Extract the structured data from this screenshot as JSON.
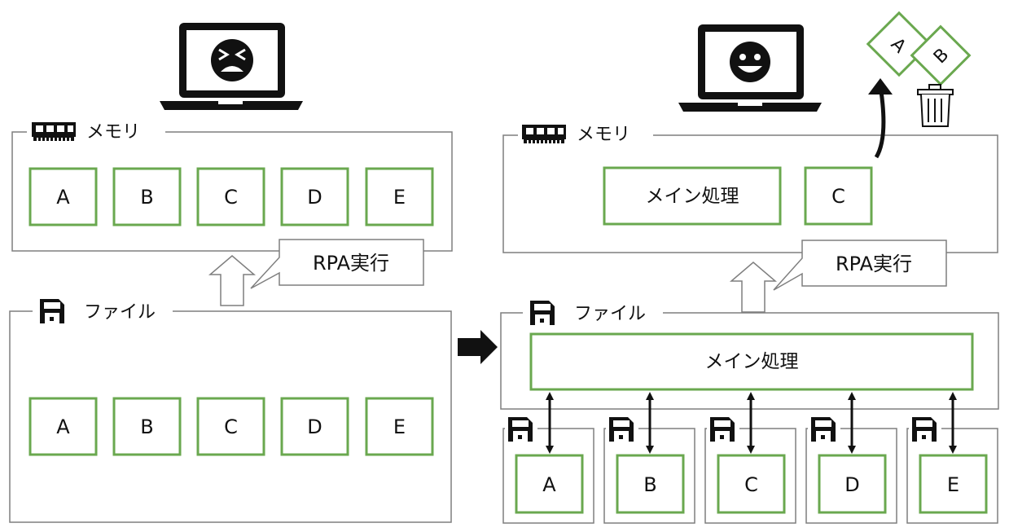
{
  "left": {
    "memory_label": "メモリ",
    "memory_boxes": [
      "A",
      "B",
      "C",
      "D",
      "E"
    ],
    "callout": "RPA実行",
    "file_label": "ファイル",
    "file_boxes": [
      "A",
      "B",
      "C",
      "D",
      "E"
    ],
    "laptop_face": "tired-face-icon"
  },
  "right": {
    "memory_label": "メモリ",
    "memory_main": "メイン処理",
    "memory_loaded": "C",
    "callout": "RPA実行",
    "file_label": "ファイル",
    "file_main": "メイン処理",
    "sub_files": [
      "A",
      "B",
      "C",
      "D",
      "E"
    ],
    "discarded": [
      "A",
      "B"
    ],
    "laptop_face": "smiling-face-icon"
  },
  "colors": {
    "box_border": "#6aa84f",
    "container_border": "#7f7f7f",
    "icon": "#111111"
  }
}
